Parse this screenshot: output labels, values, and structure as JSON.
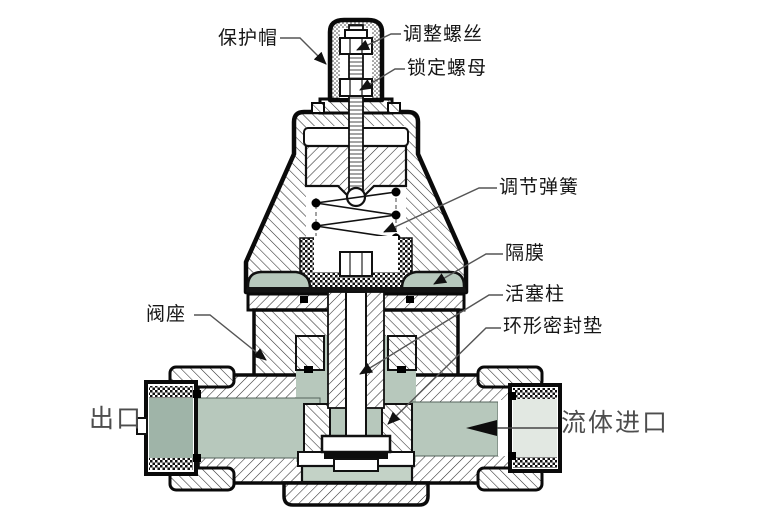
{
  "diagram": {
    "type": "technical-cross-section",
    "subject": "pressure reducing valve",
    "labels": {
      "protective_cap": "保护帽",
      "adjusting_screw": "调整螺丝",
      "lock_nut": "锁定螺母",
      "adjusting_spring": "调节弹簧",
      "diaphragm": "隔膜",
      "piston_column": "活塞柱",
      "annular_seal": "环形密封垫",
      "valve_seat": "阀座",
      "outlet": "出口",
      "fluid_inlet": "流体进口"
    },
    "flow": {
      "inlet_side": "right",
      "outlet_side": "left",
      "inlet_arrow_direction": "left"
    },
    "colors": {
      "line": "#111111",
      "leader_line": "#555555",
      "passage_green": "#b7c8bc",
      "outlet_pipe_green": "#9fb4a8",
      "inlet_bore_green": "#e2e8e2",
      "plug_green": "#c3d2c6"
    }
  }
}
